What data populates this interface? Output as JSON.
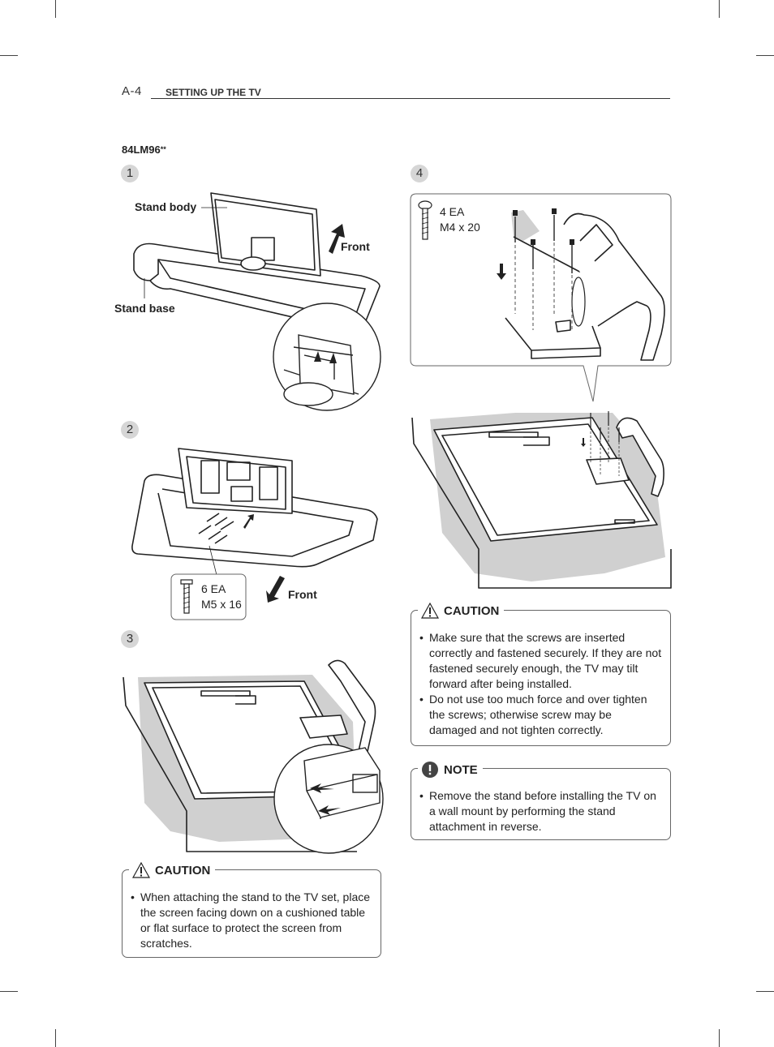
{
  "header": {
    "page_number": "A-4",
    "section_title": "SETTING UP THE TV"
  },
  "model": {
    "name": "84LM96",
    "suffix": "**"
  },
  "steps": [
    {
      "number": "1",
      "labels": {
        "stand_body": "Stand body",
        "stand_base": "Stand base",
        "front": "Front"
      }
    },
    {
      "number": "2",
      "labels": {
        "front": "Front"
      },
      "screws": {
        "count": "6 EA",
        "size": "M5 x 16"
      }
    },
    {
      "number": "3"
    },
    {
      "number": "4",
      "screws": {
        "count": "4 EA",
        "size": "M4 x 20"
      }
    }
  ],
  "caution_left": {
    "title": "CAUTION",
    "items": [
      "When attaching the stand to the TV set, place the screen facing down on a cushioned table or flat surface to protect the screen from scratches."
    ]
  },
  "caution_right": {
    "title": "CAUTION",
    "items": [
      "Make sure that the screws are inserted correctly and fastened securely. If they are not fastened securely enough, the TV may tilt forward after being installed.",
      "Do not use too much force and over tighten the screws; otherwise screw may be damaged and not tighten correctly."
    ]
  },
  "note": {
    "title": "NOTE",
    "items": [
      "Remove the stand before installing the TV on a wall mount by performing the stand attachment in reverse."
    ]
  },
  "colors": {
    "cushion_gray": "#d0d0d0",
    "badge_gray": "#d6d6d6",
    "line": "#222222"
  }
}
